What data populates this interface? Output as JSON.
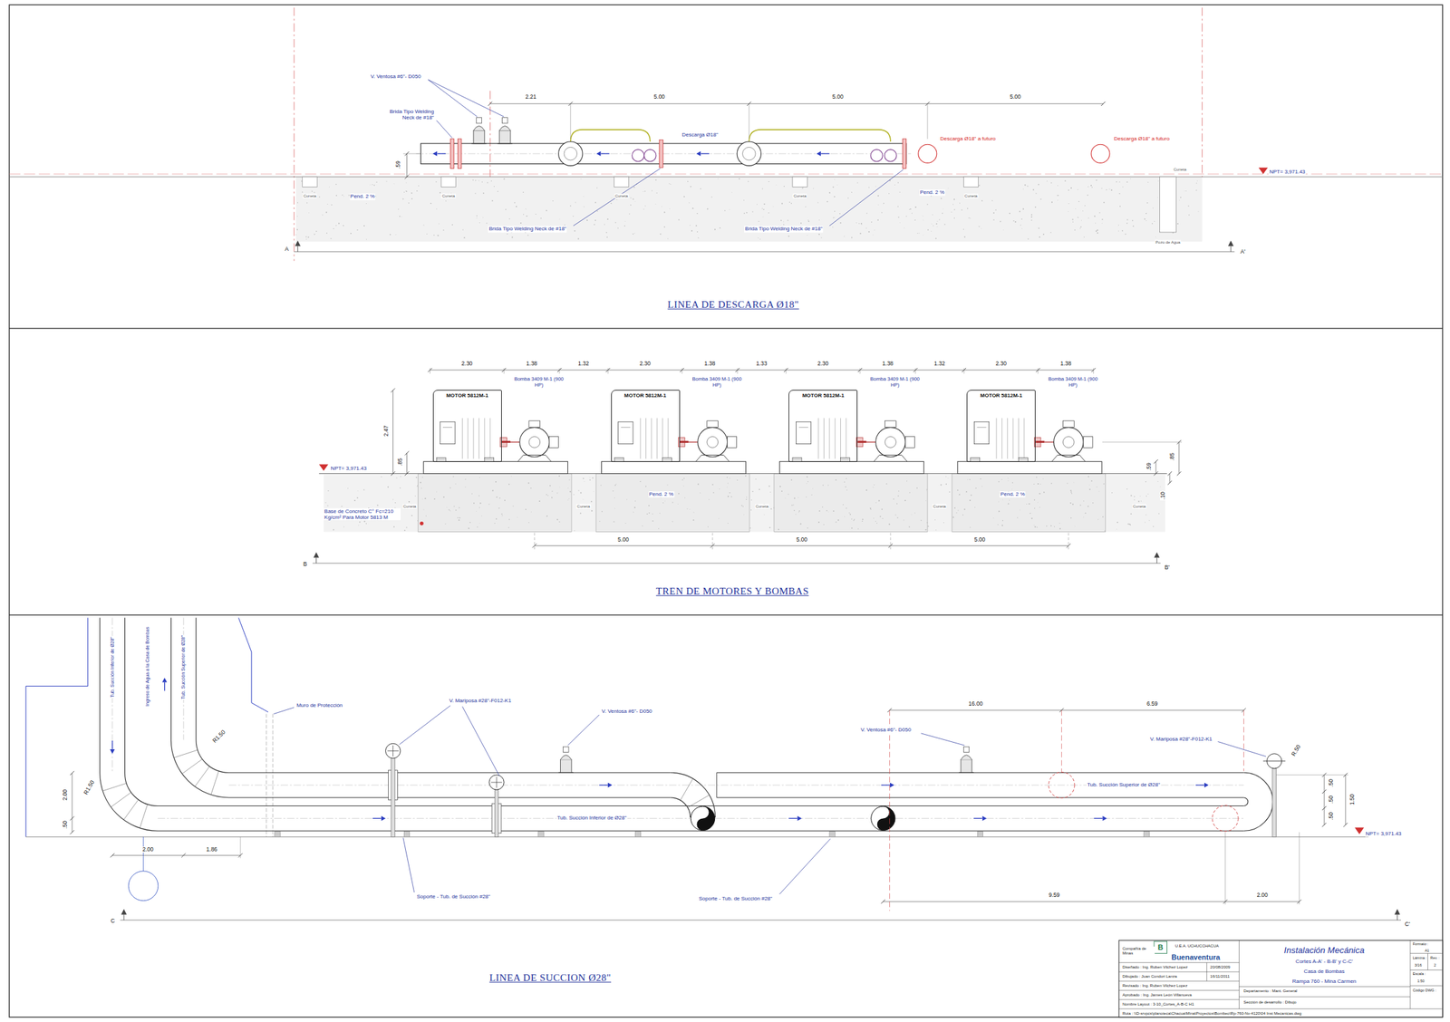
{
  "diagram": {
    "nodes": [
      {
        "text": [
          "MOTOR 5812M-1"
        ]
      },
      {
        "text": [
          "Bomba 3409 M-1 (900 HP)"
        ]
      },
      {
        "text": [
          "MOTOR 5812M-1"
        ]
      },
      {
        "text": [
          "Bomba 3409 M-1 (900 HP)"
        ]
      },
      {
        "text": [
          "MOTOR 5812M-1"
        ]
      },
      {
        "text": [
          "Bomba 3409 M-1 (900 HP)"
        ]
      },
      {
        "text": [
          "MOTOR 5812M-1"
        ]
      },
      {
        "text": [
          "Bomba 3409 M-1 (900 HP)"
        ]
      }
    ],
    "edges": [
      {
        "from": 0,
        "to": 1,
        "arrow": "none"
      },
      {
        "from": 2,
        "to": 3,
        "arrow": "none"
      },
      {
        "from": 4,
        "to": 5,
        "arrow": "none"
      },
      {
        "from": 6,
        "to": 7,
        "arrow": "none"
      }
    ],
    "labels": [
      "V. Ventosa #6\"- D050",
      "Brida Tipo Welding Neck de #18\"",
      "2.21",
      "5.00",
      "5.00",
      "5.00",
      "Descarga Ø18\"",
      "Descarga Ø18\" a futuro",
      "Descarga Ø18\" a futuro",
      ".59",
      "Pend. 2 %",
      "Pend. 2 %",
      "Cuneta",
      "Cuneta",
      "Cuneta",
      "Cuneta",
      "Cuneta",
      "Cuneta",
      "Brida Tipo Welding Neck de #18\"",
      "Brida Tipo Welding Neck de #18\"",
      "NPT= 3,971.43",
      "Pozo de Agua",
      "A",
      "A'",
      "LINEA DE DESCARGA Ø18\"",
      "2.30",
      "1.38",
      "1.32",
      "2.30",
      "1.38",
      "1.33",
      "2.30",
      "1.38",
      "1.32",
      "2.30",
      "1.38",
      "NPT= 3,971.43",
      "2.47",
      ".85",
      ".59",
      ".85",
      ".10",
      "Pend. 2 %",
      "Pend. 2 %",
      "Base de Concreto C° Fc=210 Kg/cm² Para Motor 5813 M",
      "Cuneta",
      "Cuneta",
      "Cuneta",
      "Cuneta",
      "Cuneta",
      "5.00",
      "5.00",
      "5.00",
      "B",
      "B'",
      "TREN DE MOTORES Y BOMBAS",
      "Tub. Succión Inferior de Ø28\"",
      "Ingreso de Agua a la Casa de Bombas",
      "Tub. Succión Superior de Ø28\"",
      "Muro de Protección",
      "V. Mariposa #28\"-F012-K1",
      "V. Ventosa #6\"- D050",
      "R1.50",
      "2.00",
      ".50",
      "R1.50",
      "2.00",
      "1.86",
      "Tub. Succión Inferior de Ø28\"",
      "Soporte - Tub. de Succión #28\"",
      "Soporte - Tub. de Succión #28\"",
      "16.00",
      "6.59",
      "V. Ventosa #6\"- D050",
      "V. Mariposa #28\"-F012-K1",
      "Tub. Succión Superior de Ø28\"",
      "R.50",
      ".50",
      ".50",
      ".50",
      "1.50",
      "NPT= 3,971.43",
      "9.59",
      "2.00",
      "C",
      "C'",
      "LINEA DE SUCCION Ø28\"",
      "Compañía de Minas",
      "B",
      "U.E.A. UCHUCCHACUA",
      "Buenaventura",
      "Instalación Mecánica",
      "Cortes A-A' - B-B' y C-C'",
      "Casa de Bombas",
      "Rampa 760 - Mina Carmen",
      "Diseñado : Ing. Ruben Vilchez Lopez",
      "20/08/2009",
      "Dibujado : Juan Condori Lanza",
      "16/11/2011",
      "Revisado : Ing. Ruben Vilchez Lopez",
      "Aprobado : Ing. James León Villanueva",
      "Nombre Layout : 3-10_Cortes_A-B-C H1",
      "Departamento : Mant. General",
      "Sección de desarrollo : Dibujo",
      "Formato :",
      "A1",
      "Lámina :",
      "3/16",
      "Rev. :",
      "2",
      "Escala :",
      "1:50",
      "Código DWG :",
      "Ruta : \\\\D-srvpcs\\planoteca\\Chacua\\Mina\\Proyectos\\Bombeo\\Rp-760-Nv-4120\\04 Inst Mecanicas.dwg"
    ]
  }
}
